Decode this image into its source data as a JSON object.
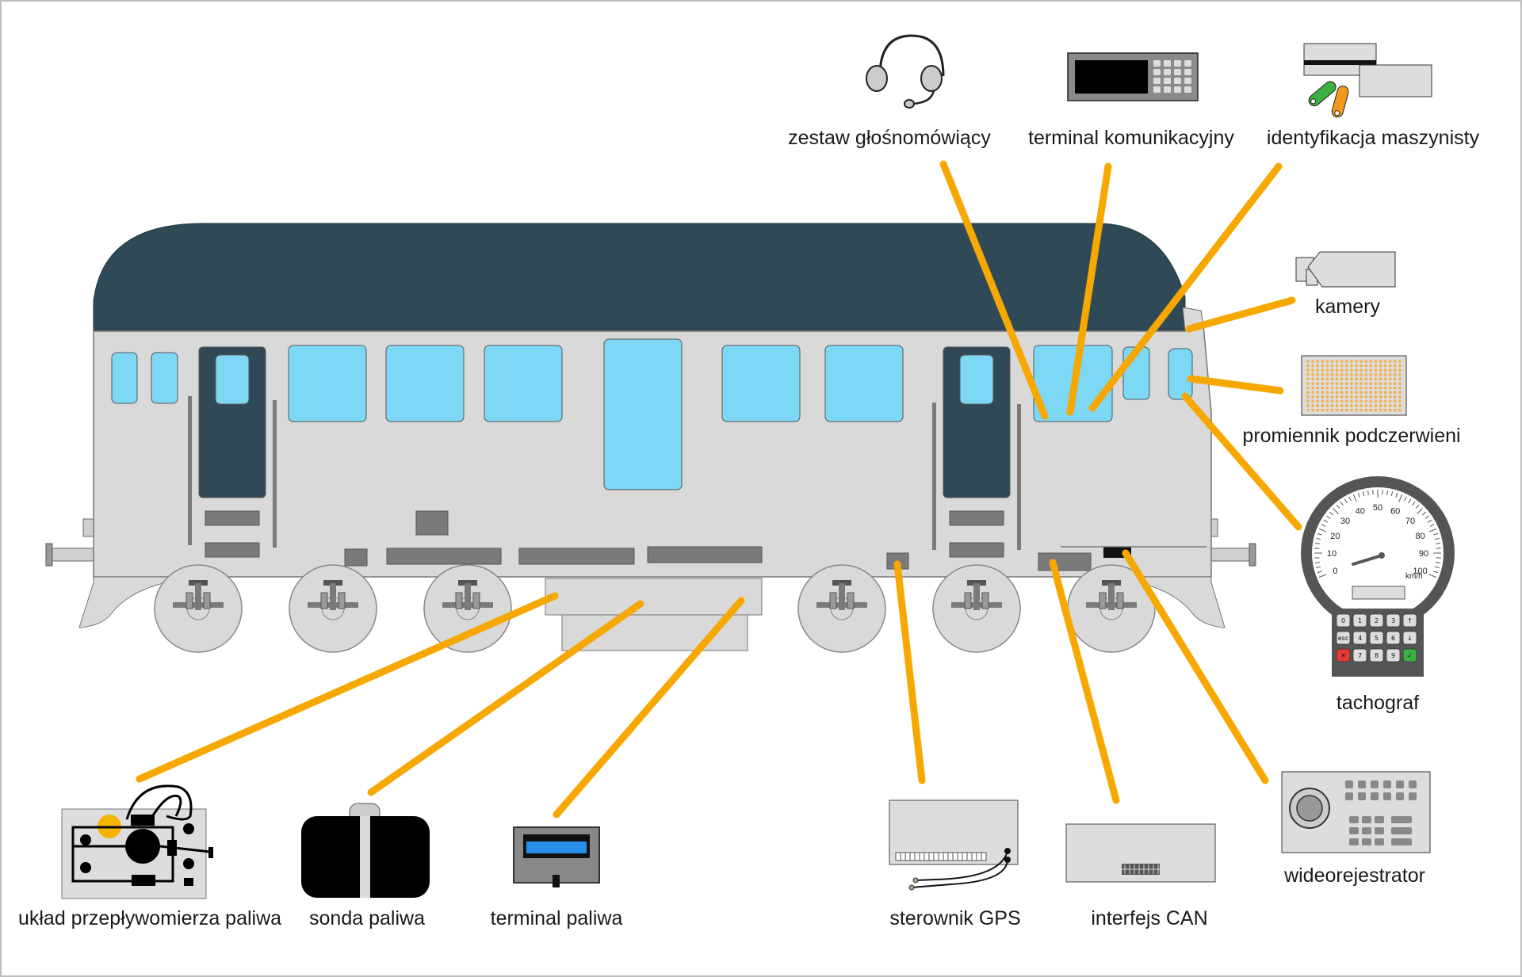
{
  "labels": {
    "headset": "zestaw głośnomówiący",
    "comm_terminal": "terminal komunikacyjny",
    "driver_id": "identyfikacja maszynisty",
    "cameras": "kamery",
    "ir_emitter": "promiennik podczerwieni",
    "tachograph": "tachograf",
    "video_recorder": "wideorejestrator",
    "can_interface": "interfejs CAN",
    "gps_controller": "sterownik GPS",
    "fuel_terminal": "terminal paliwa",
    "fuel_probe": "sonda paliwa",
    "flowmeter": "układ przepływomierza paliwa"
  },
  "tachograph_scale": {
    "ticks": [
      "0",
      "10",
      "20",
      "30",
      "40",
      "50",
      "60",
      "70",
      "80",
      "90",
      "100"
    ],
    "unit": "km/h",
    "keypad": [
      "0",
      "1",
      "2",
      "3",
      "↑",
      "esc",
      "4",
      "5",
      "6",
      "↓",
      "✕",
      "7",
      "8",
      "9",
      "✓"
    ]
  },
  "colors": {
    "leader_line": "#f6a800",
    "roof": "#2f4a56",
    "body": "#d9d9d9",
    "window": "#7dd8f5",
    "door": "#2f4a56"
  }
}
